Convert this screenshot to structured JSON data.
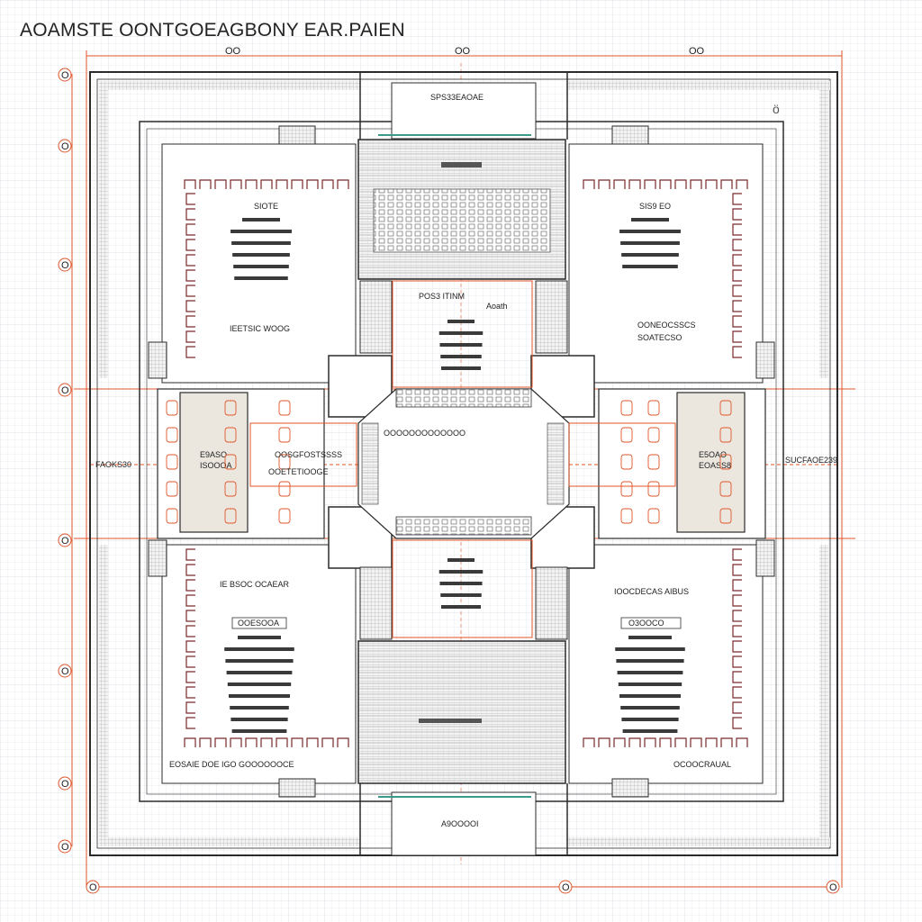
{
  "drawing": {
    "title": "AOAMSTE OONTGOEAGBONY EAR.PAIEN",
    "colors": {
      "wall": "#2b2b2b",
      "dimension": "#e0562a",
      "grid": "#e6e8ee",
      "hatch": "#8a8a8a",
      "furniture": "#7a2a2a",
      "room_fill": "#ebe7df",
      "glass": "#3c9a8a"
    }
  },
  "labels": {
    "top_room": "SPS33EAOAE",
    "bottom_room": "A9OOOOI",
    "left_side": "FAOKS30",
    "right_side": "SUCFAOE239",
    "center_top": "POS3 ITINM",
    "center_top_sub": "Aoath",
    "center_left_upper": "OOSGFOSTSSSS",
    "center_left_lower": "OOETETIOOGE",
    "tl_room": "IEETSIC WOOG",
    "tr_room": "OONEOCSSCS",
    "tr_room_sub": "SOATECSO",
    "bl_room": "IE BSOC OCAEAR",
    "br_room": "IOOCDECAS AIBUS",
    "bl_bottom": "EOSAIE DOE IGO GOOOOOOCE",
    "br_bottom": "OCOOCRAUAL",
    "tl_block_head": "SIOTE",
    "tr_block_head": "SIS9 EO",
    "left_wing": "E9ASO",
    "left_wing_sub": "ISOOOA",
    "right_wing": "E5OAO",
    "right_wing_sub": "EOASS8",
    "bl_box": "OOESOOA",
    "br_box": "O3OOCO",
    "center_strip": "OOOOOOOOOOOOO",
    "dim_top_left": "OO",
    "dim_top_mid": "OO",
    "dim_top_right": "OO",
    "axis_rows": [
      "O",
      "O",
      "O",
      "O",
      "O",
      "O",
      "O",
      "O"
    ],
    "axis_cols": [
      "O",
      "O",
      "O"
    ],
    "north_mark": "ö"
  }
}
